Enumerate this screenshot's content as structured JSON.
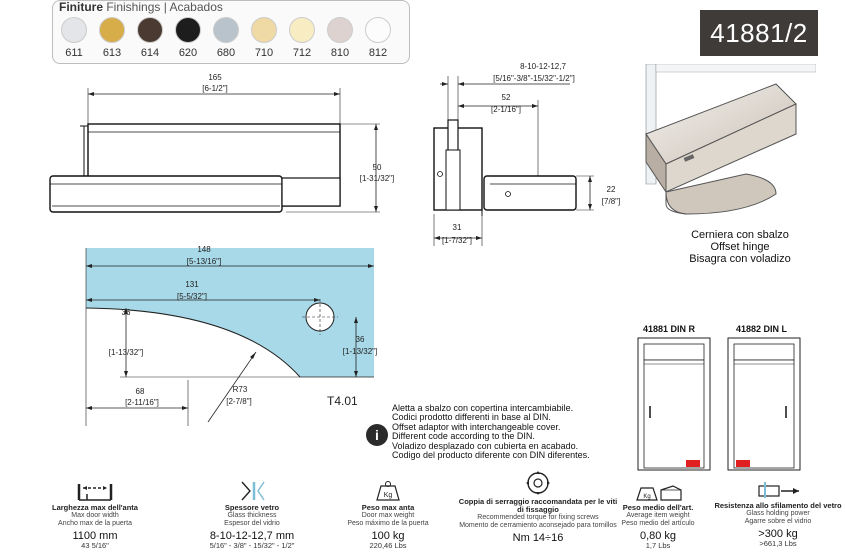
{
  "product_code": "41881/2",
  "finishes": {
    "title": "Finiture",
    "subtitle": "Finishings | Acabados",
    "items": [
      {
        "code": "611",
        "color": "#e3e5e8"
      },
      {
        "code": "613",
        "color": "#d6ad48"
      },
      {
        "code": "614",
        "color": "#4a3a31"
      },
      {
        "code": "620",
        "color": "#1d1d1d"
      },
      {
        "code": "680",
        "color": "#b9c3cc"
      },
      {
        "code": "710",
        "color": "#efd9a5"
      },
      {
        "code": "712",
        "color": "#f7ecc2"
      },
      {
        "code": "810",
        "color": "#ddd2cf"
      },
      {
        "code": "812",
        "color": "#fcfcfc"
      }
    ]
  },
  "front_view": {
    "width_mm": "165",
    "width_in": "[6-1/2\"]",
    "height_mm": "50",
    "height_in": "[1-31/32\"]"
  },
  "side_view": {
    "glass_mm": "8-10-12-12,7",
    "glass_in": "[5/16\"-3/8\"-15/32\"-1/2\"]",
    "offset_mm": "52",
    "offset_in": "[2-1/16\"]",
    "depth_mm": "22",
    "depth_in": "[7/8\"]",
    "base_mm": "31",
    "base_in": "[1-7/32\"]"
  },
  "render_caption": {
    "it": "Cerniera con sbalzo",
    "en": "Offset hinge",
    "es": "Bisagra con voladizo"
  },
  "template": {
    "overall_mm": "148",
    "overall_in": "[5-13/16\"]",
    "hole_mm": "131",
    "hole_in": "[5-5/32\"]",
    "left_h_mm": "36",
    "left_h_in": "[1-13/32\"]",
    "right_h_mm": "36",
    "right_h_in": "[1-13/32\"]",
    "bottom_mm": "68",
    "bottom_in": "[2-11/16\"]",
    "radius_mm": "R73",
    "radius_in": "[2-7/8\"]",
    "label": "T4.01"
  },
  "doors": [
    {
      "label": "41881 DIN R"
    },
    {
      "label": "41882 DIN L"
    }
  ],
  "notes": [
    "Aletta a sbalzo con copertina intercambiabile.",
    "Codici prodotto differenti in base al DIN.",
    "Offset adaptor with interchangeable cover.",
    "Different code according to the DIN.",
    "Voladizo desplazado con cubierta en acabado.",
    "Codigo del producto diferente con DIN diferentes."
  ],
  "info_icon": "i",
  "specs": [
    {
      "icon": "door-width-icon",
      "t1": "Larghezza max dell'anta",
      "t2a": "Max door width",
      "t2b": "Ancho max de la puerta",
      "v1": "1100 mm",
      "v2": "43 5/16\""
    },
    {
      "icon": "glass-thickness-icon",
      "t1": "Spessore vetro",
      "t2a": "Glass thickness",
      "t2b": "Espesor del vidrio",
      "v1": "8-10-12-12,7 mm",
      "v2": "5/16\" - 3/8\" - 15/32\" - 1/2\""
    },
    {
      "icon": "max-weight-icon",
      "icon_text": "Kg",
      "t1": "Peso max anta",
      "t2a": "Door max weight",
      "t2b": "Peso máximo de la puerta",
      "v1": "100 kg",
      "v2": "220,46 Lbs"
    },
    {
      "icon": "torque-icon",
      "t1": "Coppia di serraggio raccomandata per le viti di fissaggio",
      "t2a": "Recommended torque for fixing screws",
      "t2b": "Momento de cerramiento aconsejado para tornillos",
      "v1": "Nm 14÷16",
      "v2": ""
    },
    {
      "icon": "item-weight-icon",
      "icon_text": "Kg",
      "t1": "Peso medio dell'art.",
      "t2a": "Average item weight",
      "t2b": "Peso medio del artículo",
      "v1": "0,80 kg",
      "v2": "1,7 Lbs"
    },
    {
      "icon": "holding-power-icon",
      "t1": "Resistenza allo sfilamento del vetro",
      "t2a": "Glass holding power",
      "t2b": "Agarre sobre el vidrio",
      "v1": ">300 kg",
      "v2": ">661,3 Lbs"
    }
  ]
}
